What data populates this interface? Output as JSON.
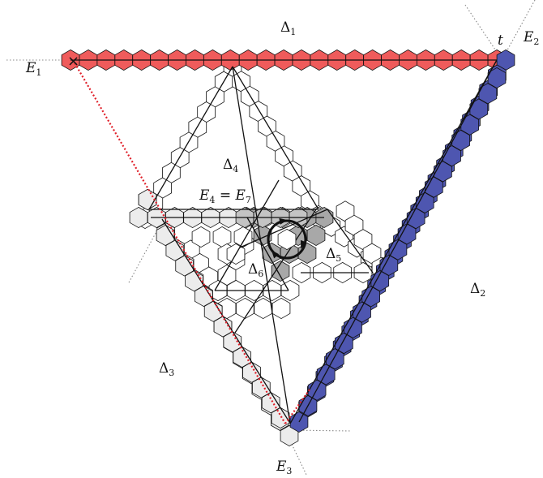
{
  "colors": {
    "red_hex": "#ef5b5b",
    "blue_hex": "#4e56b0",
    "light_gray_hex": "#ececec",
    "mid_gray_hex": "#c4c4c4",
    "dark_gray_hex": "#a8a8a8",
    "dotted_red": "#e0202a",
    "line": "#111111"
  },
  "labels": {
    "d1": {
      "sym": "Δ",
      "sub": "1"
    },
    "d2": {
      "sym": "Δ",
      "sub": "2"
    },
    "d3": {
      "sym": "Δ",
      "sub": "3"
    },
    "d4": {
      "sym": "Δ",
      "sub": "4"
    },
    "d5": {
      "sym": "Δ",
      "sub": "5"
    },
    "d6": {
      "sym": "Δ",
      "sub": "6"
    },
    "e1": {
      "sym": "E",
      "sub": "1"
    },
    "e2": {
      "sym": "E",
      "sub": "2"
    },
    "e3": {
      "sym": "E",
      "sub": "3"
    },
    "e47": {
      "a": "E",
      "asub": "4",
      "eq": " = ",
      "b": "E",
      "bsub": "7"
    },
    "t": "t",
    "cross": "×"
  }
}
